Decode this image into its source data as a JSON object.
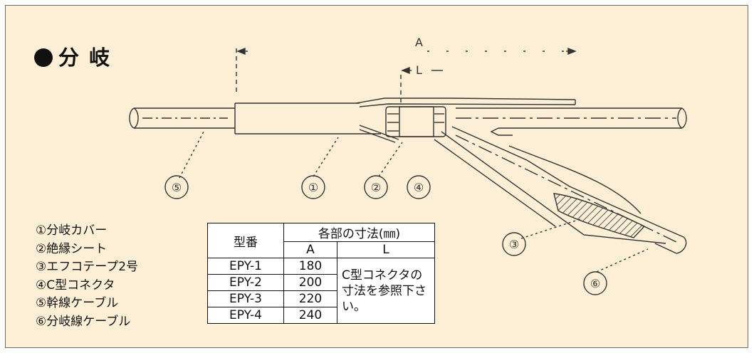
{
  "title": "分 岐",
  "dimension_labels": {
    "a": "A",
    "l": "L"
  },
  "callouts": [
    "⑤",
    "①",
    "②",
    "④",
    "③",
    "⑥"
  ],
  "legend": [
    "①分岐カバー",
    "②絶縁シート",
    "③エフコテープ2号",
    "④C型コネクタ",
    "⑤幹線ケーブル",
    "⑥分岐線ケーブル"
  ],
  "table": {
    "header_model": "型番",
    "header_dims": "各部の寸法(㎜)",
    "col_a": "A",
    "col_l": "L",
    "rows": [
      {
        "model": "EPY-1",
        "a": "180"
      },
      {
        "model": "EPY-2",
        "a": "200"
      },
      {
        "model": "EPY-3",
        "a": "220"
      },
      {
        "model": "EPY-4",
        "a": "240"
      }
    ],
    "note": "C型コネクタの寸法を参照下さい。"
  },
  "colors": {
    "background": "#fcefd6",
    "line": "#333333",
    "hatch": "#555555"
  }
}
